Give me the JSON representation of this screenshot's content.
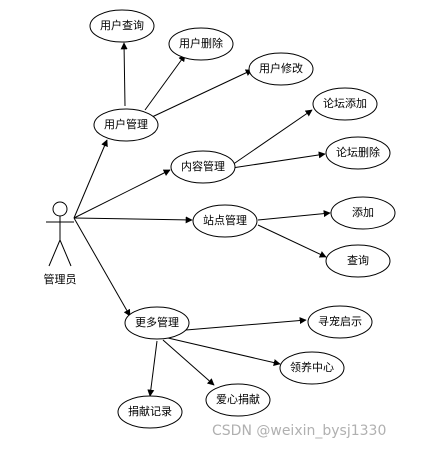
{
  "actor": {
    "label": "管理员"
  },
  "use_cases": {
    "user_mgmt": "用户管理",
    "user_query": "用户查询",
    "user_delete": "用户删除",
    "user_modify": "用户修改",
    "content_mgmt": "内容管理",
    "forum_add": "论坛添加",
    "forum_delete": "论坛删除",
    "site_mgmt": "站点管理",
    "add": "添加",
    "query": "查询",
    "more_mgmt": "更多管理",
    "pet_notice": "寻宠启示",
    "adoption_center": "领养中心",
    "love_donation": "爱心捐献",
    "donation_record": "捐献记录"
  },
  "watermark": "CSDN @weixin_bysj1330",
  "colors": {
    "stroke": "#000000",
    "fill": "#ffffff",
    "watermark": "#b0b0b0"
  }
}
